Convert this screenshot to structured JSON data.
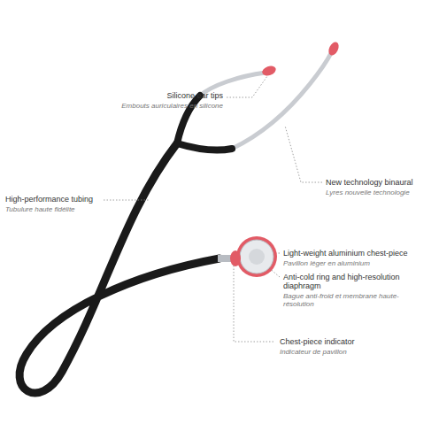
{
  "diagram": {
    "labels": [
      "Silicone ear tips",
      "Embouts auriculaires en silicone",
      "New technology binaural",
      "Lyres nouvelle technologie",
      "High-performance tubing",
      "Tubulure haute fidélite",
      "Light-weight aluminium chest-piece",
      "Pavillon léger en aluminium",
      "Anti-cold ring and high-resolution diaphragm",
      "Bague anti-froid et membrane haute-résolution",
      "Chest-piece indicator",
      "Indicateur de pavillon"
    ]
  }
}
